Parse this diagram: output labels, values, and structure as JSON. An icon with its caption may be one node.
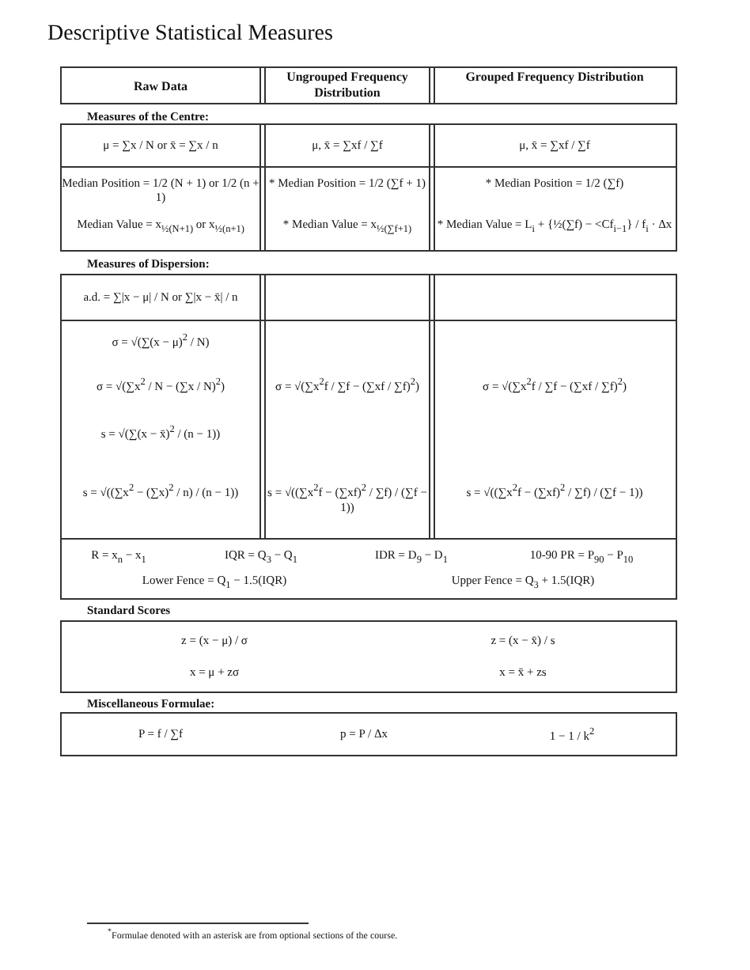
{
  "diagram": {
    "title": "Descriptive Statistical Measures",
    "caption": "$^{*}$Formulae denoted with an asterisk are from optional sections of the course.",
    "labels": [
      "Raw Data",
      "Ungrouped Frequency Distribution",
      "Grouped Frequency Distribution",
      "Measures of the Centre:",
      "μ = ∑x / N or x̄ = ∑x / n",
      "μ, x̄ = ∑xf / ∑f",
      "μ, x̄ = ∑xf / ∑f",
      "Median Position = 1/2 (N + 1) or 1/2 (n + 1)",
      "* Median Position = 1/2 (∑f + 1)",
      "* Median Position = 1/2 (∑f)",
      "Median Value = x$_{½(N+1)}$ or x$_{½(n+1)}$",
      "* Median Value = x$_{½(∑f+1)}$",
      "* Median Value = L$_{i}$ + {½(∑f) − <Cf$_{i−1}$} / f$_{i}$ · Δx",
      "Measures of Dispersion:",
      "a.d. = ∑|x − μ| / N or ∑|x − x̄| / n",
      "σ = √(∑(x − μ)$^{2}$ / N)",
      "σ = √(∑x$^{2}$ / N − (∑x / N)$^{2}$)",
      "σ = √(∑x$^{2}$f / ∑f − (∑xf / ∑f)$^{2}$)",
      "σ = √(∑x$^{2}$f / ∑f − (∑xf / ∑f)$^{2}$)",
      "s = √(∑(x − x̄)$^{2}$ / (n − 1))",
      "s = √((∑x$^{2}$ − (∑x)$^{2}$ / n) / (n − 1))",
      "s = √((∑x$^{2}$f − (∑xf)$^{2}$ / ∑f) / (∑f − 1))",
      "s = √((∑x$^{2}$f − (∑xf)$^{2}$ / ∑f) / (∑f − 1))",
      "R = x$_{n}$ − x$_{1}$",
      "IQR = Q$_{3}$ − Q$_{1}$",
      "IDR = D$_{9}$ − D$_{1}$",
      "10-90 PR = P$_{90}$ − P$_{10}$",
      "Lower Fence = Q$_{1}$ − 1.5(IQR)",
      "Upper Fence = Q$_{3}$ + 1.5(IQR)",
      "Standard Scores",
      "z = (x − μ) / σ",
      "z = (x − x̄) / s",
      "x = μ + zσ",
      "x = x̄ + zs",
      "Miscellaneous Formulae:",
      "P = f / ∑f",
      "p = P / Δx",
      "1 − 1 / k$^{2}$"
    ]
  }
}
